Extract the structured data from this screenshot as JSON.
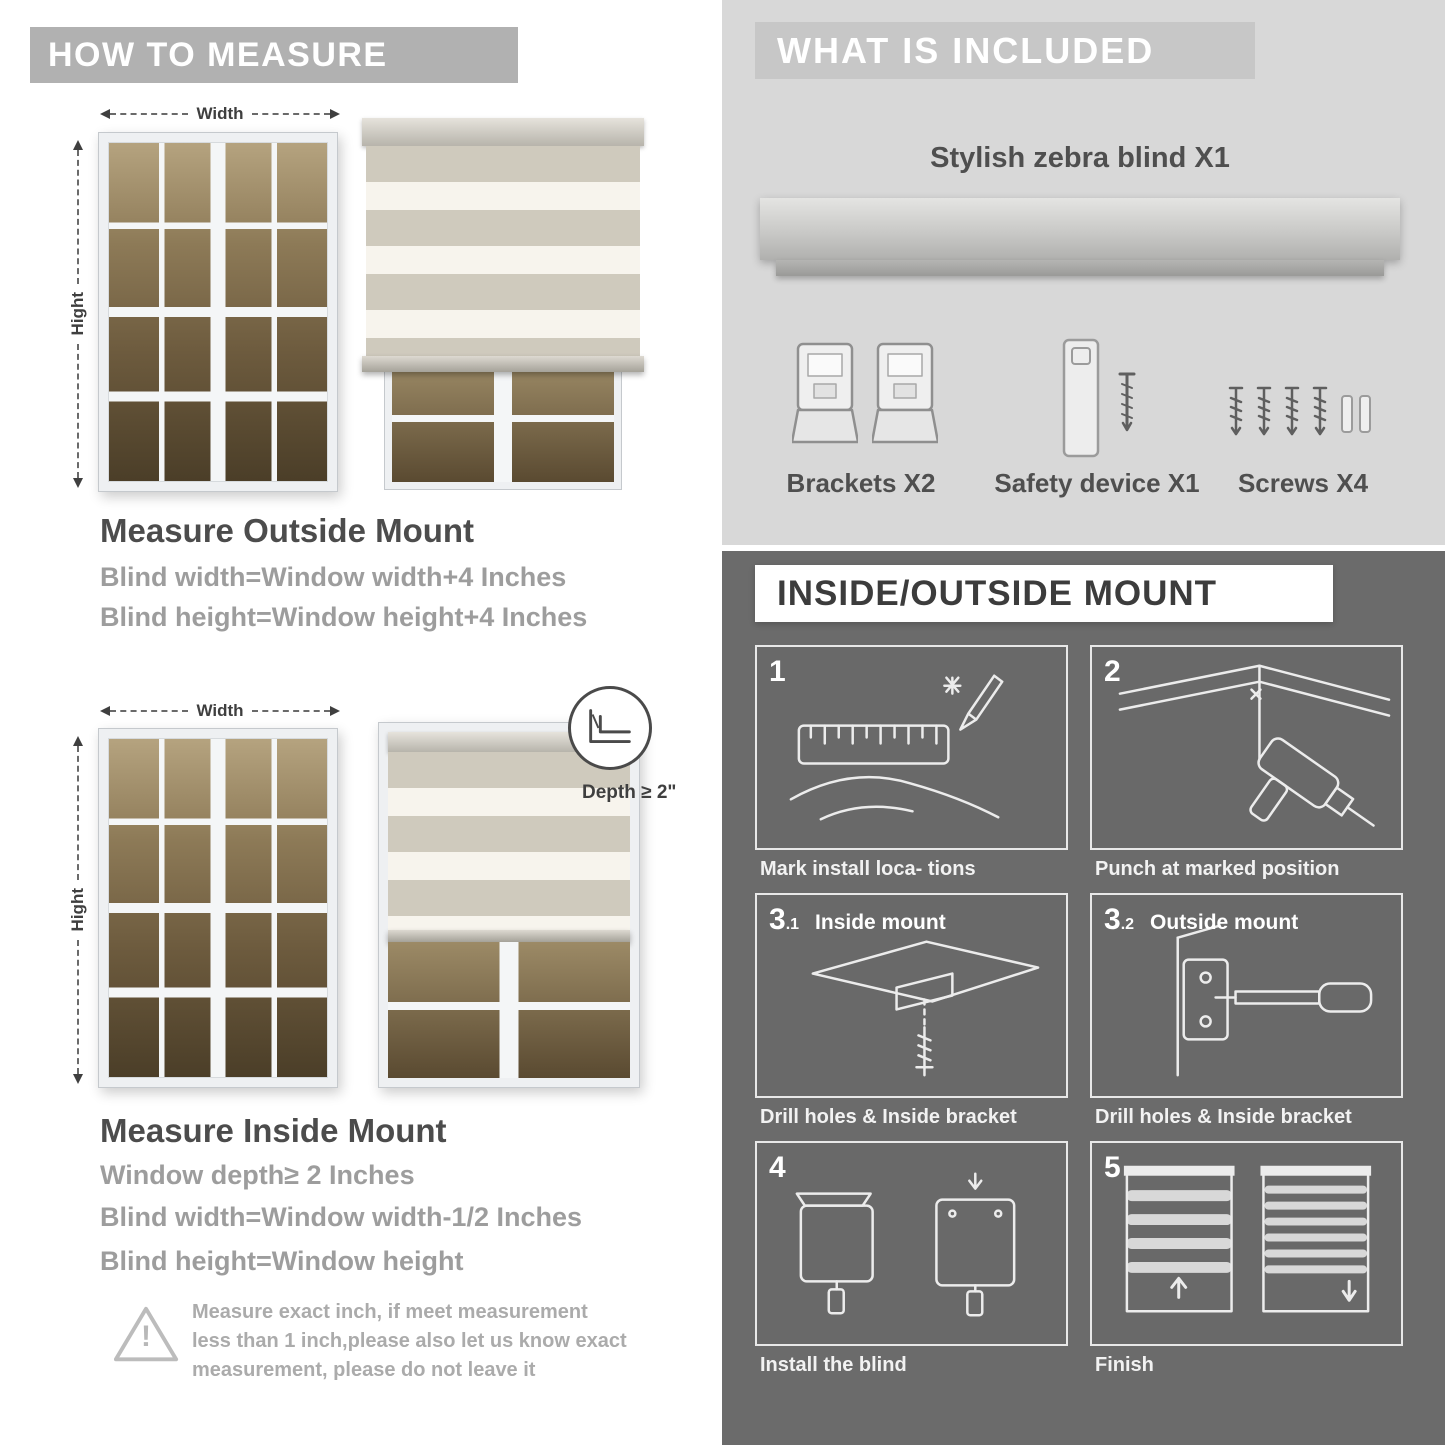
{
  "left": {
    "header": "HOW TO MEASURE",
    "outside": {
      "width_label": "Width",
      "height_label": "Hight",
      "title": "Measure Outside Mount",
      "line1": "Blind width=Window width+4 Inches",
      "line2": "Blind height=Window height+4 Inches"
    },
    "inside": {
      "width_label": "Width",
      "height_label": "Hight",
      "depth_label": "Depth ≥ 2\"",
      "title": "Measure Inside Mount",
      "line1": "Window depth≥ 2 Inches",
      "line2": "Blind width=Window width-1/2 Inches",
      "line3": "Blind height=Window height"
    },
    "warning": {
      "mark": "!",
      "text": "Measure exact inch, if meet measurement less than 1 inch,please also let us know exact measurement, please do not leave it"
    }
  },
  "right": {
    "included": {
      "header": "WHAT IS INCLUDED",
      "blind_label": "Stylish zebra blind X1",
      "items": [
        {
          "label": "Brackets X2"
        },
        {
          "label": "Safety device X1"
        },
        {
          "label": "Screws X4"
        }
      ]
    },
    "mount": {
      "header": "INSIDE/OUTSIDE MOUNT",
      "steps": [
        {
          "num": "1",
          "sub": "",
          "label": "",
          "caption": "Mark install loca- tions"
        },
        {
          "num": "2",
          "sub": "",
          "label": "",
          "caption": "Punch at  marked position"
        },
        {
          "num": "3",
          "sub": ".1",
          "label": "Inside mount",
          "caption": "Drill holes &  Inside bracket"
        },
        {
          "num": "3",
          "sub": ".2",
          "label": "Outside mount",
          "caption": "Drill holes &  Inside bracket"
        },
        {
          "num": "4",
          "sub": "",
          "label": "",
          "caption": "Install the blind"
        },
        {
          "num": "5",
          "sub": "",
          "label": "",
          "caption": "Finish"
        }
      ]
    }
  },
  "colors": {
    "header_gray": "#b1b1b1",
    "light_section": "#d8d8d8",
    "dark_section": "#6b6b6b",
    "stripe_solid": "#cfcabd",
    "stripe_sheer": "#f7f4ed"
  }
}
